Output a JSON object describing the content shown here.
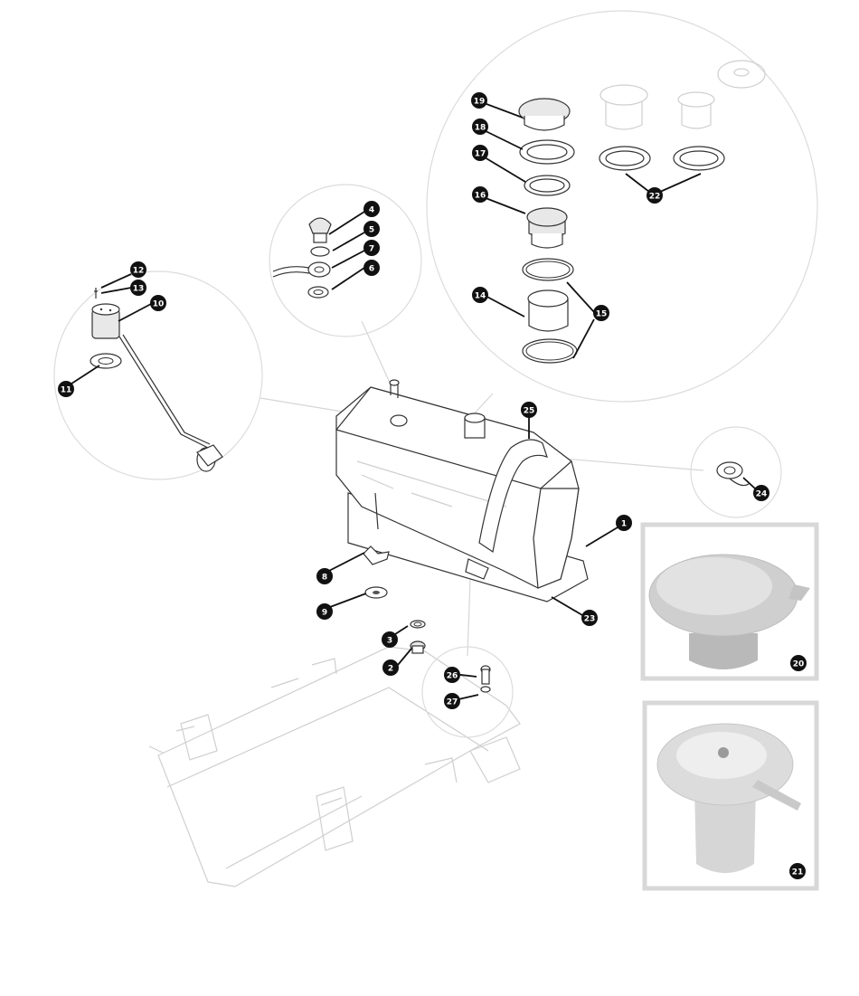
{
  "diagram": {
    "callouts": [
      {
        "id": "c1",
        "label": "1"
      },
      {
        "id": "c2",
        "label": "2"
      },
      {
        "id": "c3",
        "label": "3"
      },
      {
        "id": "c4",
        "label": "4"
      },
      {
        "id": "c5",
        "label": "5"
      },
      {
        "id": "c6",
        "label": "6"
      },
      {
        "id": "c7",
        "label": "7"
      },
      {
        "id": "c8",
        "label": "8"
      },
      {
        "id": "c9",
        "label": "9"
      },
      {
        "id": "c10",
        "label": "10"
      },
      {
        "id": "c11",
        "label": "11"
      },
      {
        "id": "c12",
        "label": "12"
      },
      {
        "id": "c13",
        "label": "13"
      },
      {
        "id": "c14",
        "label": "14"
      },
      {
        "id": "c15",
        "label": "15"
      },
      {
        "id": "c16",
        "label": "16"
      },
      {
        "id": "c17",
        "label": "17"
      },
      {
        "id": "c18",
        "label": "18"
      },
      {
        "id": "c19",
        "label": "19"
      },
      {
        "id": "c20",
        "label": "20"
      },
      {
        "id": "c21",
        "label": "21"
      },
      {
        "id": "c22",
        "label": "22"
      },
      {
        "id": "c23",
        "label": "23"
      },
      {
        "id": "c24",
        "label": "24"
      },
      {
        "id": "c25",
        "label": "25"
      },
      {
        "id": "c26",
        "label": "26"
      },
      {
        "id": "c27",
        "label": "27"
      }
    ],
    "colors": {
      "callout_fill": "#111111",
      "callout_text": "#ffffff",
      "line_art": "#333333",
      "ghost_art": "#cfcfcf",
      "detail_circle": "#dcdcdc",
      "inset_frame": "#d8d8d8"
    }
  }
}
